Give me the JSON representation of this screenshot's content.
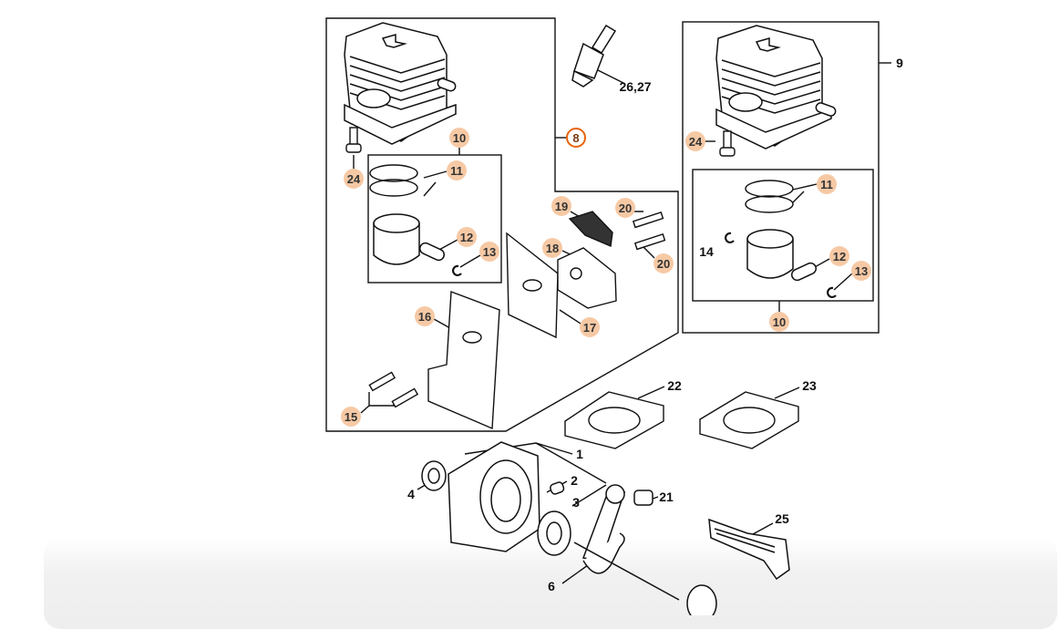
{
  "diagram": {
    "accent_selected": "#e8630a",
    "highlight_fill": "#f6c9a5",
    "callouts": [
      {
        "id": "c8",
        "text": "8",
        "state": "selected"
      },
      {
        "id": "c9",
        "text": "9",
        "state": "plain"
      },
      {
        "id": "c26",
        "text": "26,27",
        "state": "plain"
      },
      {
        "id": "c24a",
        "text": "24",
        "state": "highlighted"
      },
      {
        "id": "c10a",
        "text": "10",
        "state": "highlighted"
      },
      {
        "id": "c11a",
        "text": "11",
        "state": "highlighted"
      },
      {
        "id": "c12a",
        "text": "12",
        "state": "highlighted"
      },
      {
        "id": "c13a",
        "text": "13",
        "state": "highlighted"
      },
      {
        "id": "c19",
        "text": "19",
        "state": "highlighted"
      },
      {
        "id": "c20a",
        "text": "20",
        "state": "highlighted"
      },
      {
        "id": "c20b",
        "text": "20",
        "state": "highlighted"
      },
      {
        "id": "c18",
        "text": "18",
        "state": "highlighted"
      },
      {
        "id": "c17",
        "text": "17",
        "state": "highlighted"
      },
      {
        "id": "c16",
        "text": "16",
        "state": "highlighted"
      },
      {
        "id": "c15",
        "text": "15",
        "state": "highlighted"
      },
      {
        "id": "c24b",
        "text": "24",
        "state": "highlighted"
      },
      {
        "id": "c11b",
        "text": "11",
        "state": "highlighted"
      },
      {
        "id": "c14",
        "text": "14",
        "state": "plain"
      },
      {
        "id": "c12b",
        "text": "12",
        "state": "highlighted"
      },
      {
        "id": "c13b",
        "text": "13",
        "state": "highlighted"
      },
      {
        "id": "c10b",
        "text": "10",
        "state": "highlighted"
      },
      {
        "id": "c22",
        "text": "22",
        "state": "plain"
      },
      {
        "id": "c23",
        "text": "23",
        "state": "plain"
      },
      {
        "id": "c1",
        "text": "1",
        "state": "plain"
      },
      {
        "id": "c2",
        "text": "2",
        "state": "plain"
      },
      {
        "id": "c3",
        "text": "3",
        "state": "plain"
      },
      {
        "id": "c4",
        "text": "4",
        "state": "plain"
      },
      {
        "id": "c21",
        "text": "21",
        "state": "plain"
      },
      {
        "id": "c25",
        "text": "25",
        "state": "plain"
      },
      {
        "id": "c6",
        "text": "6",
        "state": "plain"
      }
    ]
  }
}
